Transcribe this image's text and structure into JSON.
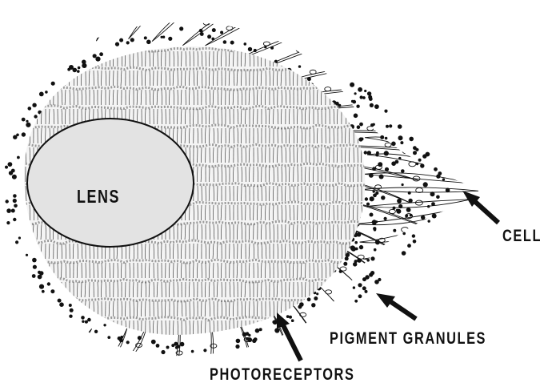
{
  "labels": {
    "lens": "LENS",
    "cell": "CELL",
    "pigment_granules": "PIGMENT GRANULES",
    "photoreceptors": "PHOTORECEPTORS"
  },
  "colors": {
    "ink": "#111111",
    "lens_fill": "#e3e3e3",
    "stipple": "#9a9a9a",
    "background": "#ffffff"
  }
}
